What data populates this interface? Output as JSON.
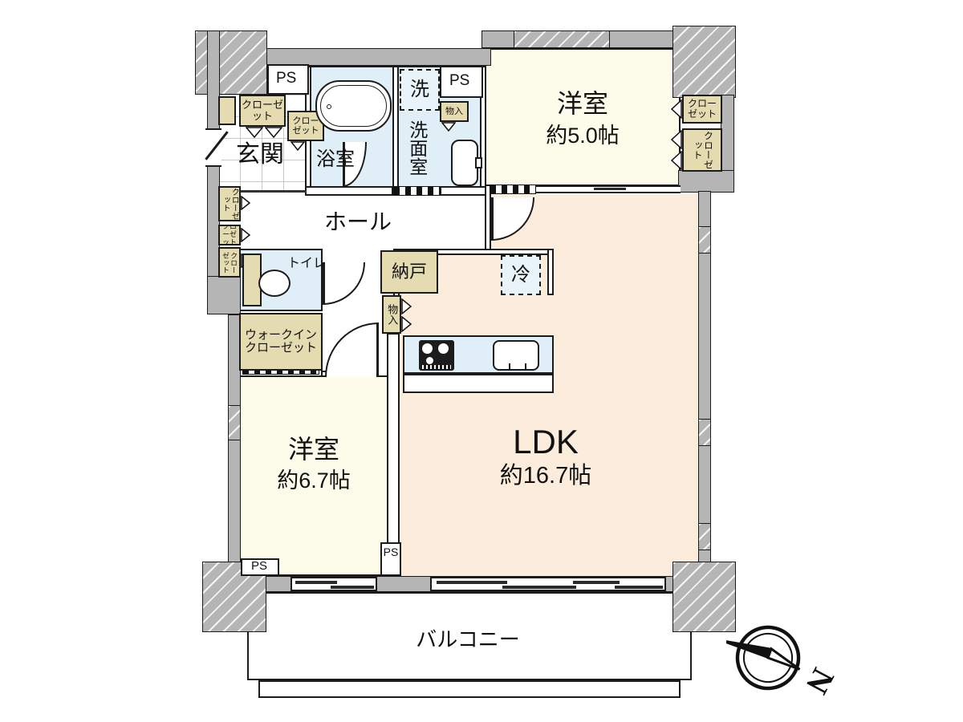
{
  "colors": {
    "wall_gray": "#b5b5b5",
    "line": "#1b1b1b",
    "bedroom_cream": "#fdfbe9",
    "ldk_peach": "#fcecdc",
    "wet_blue": "#dfeef7",
    "closet_beige": "#e4dbb0"
  },
  "rooms": {
    "genkan": {
      "label": "玄関"
    },
    "hall": {
      "label": "ホール"
    },
    "bathroom": {
      "label": "浴室"
    },
    "washroom": {
      "label": "洗面室"
    },
    "washer": {
      "label": "洗"
    },
    "toilet": {
      "label": "トイレ"
    },
    "walk_in_closet": {
      "line1": "ウォークイン",
      "line2": "クローゼット"
    },
    "storage_room": {
      "label": "納戸"
    },
    "fridge": {
      "label": "冷"
    },
    "bedroom1": {
      "label": "洋室",
      "size": "約5.0帖"
    },
    "bedroom2": {
      "label": "洋室",
      "size": "約6.7帖"
    },
    "ldk": {
      "label": "LDK",
      "size": "約16.7帖"
    },
    "balcony": {
      "label": "バルコニー"
    }
  },
  "fixtures": {
    "closet": "クローゼット",
    "storage_small": "物入",
    "pipe_space": "PS"
  },
  "compass": {
    "north": "N"
  }
}
